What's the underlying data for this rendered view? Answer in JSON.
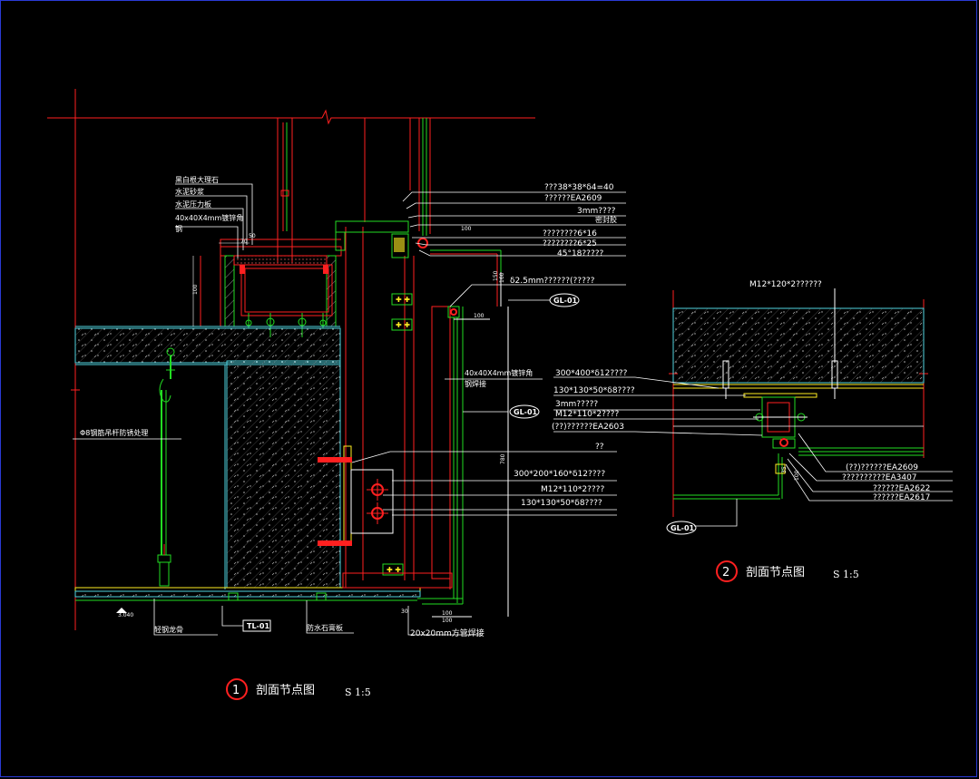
{
  "colors": {
    "background": "#000000",
    "frame": "#2a3bd6",
    "red": "#ff2020",
    "green": "#22dd22",
    "cyan": "#4fd3e0",
    "yellow": "#ffee22",
    "gray": "#9a9a9a",
    "white": "#ffffff"
  },
  "detail1": {
    "marker": "1",
    "title": "剖面节点图",
    "scale": "S 1:5",
    "left_labels": [
      "黑白根大理石",
      "水泥砂浆",
      "水泥压力板",
      "40x40X4mm镀锌角",
      "钢"
    ],
    "right_labels": [
      "???38*38*δ4=40",
      "??????EA2609",
      "3mm????",
      "密封胶",
      "????????6*16",
      "????????6*25",
      "45°18?????",
      "δ2.5mm??????(?????",
      "40x40X4mm镀锌角",
      "钢焊接",
      "??",
      "300*200*160*δ12????",
      "M12*110*2????",
      "130*130*50*δ8????"
    ],
    "tags": [
      "GL-01",
      "GL-01",
      "TL-01"
    ],
    "rod_note": "Φ8钢筋吊杆防锈处理",
    "level": "3.040",
    "bottom_labels": [
      "轻钢龙骨",
      "防水石膏板",
      "20x20mm方管焊接"
    ],
    "dims": [
      "100",
      "70",
      "50",
      "100",
      "100",
      "160",
      "100",
      "150",
      "780",
      "100",
      "30"
    ]
  },
  "detail2": {
    "marker": "2",
    "title": "剖面节点图",
    "scale": "S 1:5",
    "top_label": "M12*120*2??????",
    "labels": [
      "300*400*δ12????",
      "130*130*50*δ8????",
      "3mm?????",
      "M12*110*2????",
      "(??)??????EA2603"
    ],
    "bottom_right_labels": [
      "(??)??????EA2609",
      "??????????EA3407",
      "??????EA2622",
      "??????EA2617"
    ],
    "tag": "GL-01",
    "dims": [
      "35",
      "100"
    ]
  }
}
